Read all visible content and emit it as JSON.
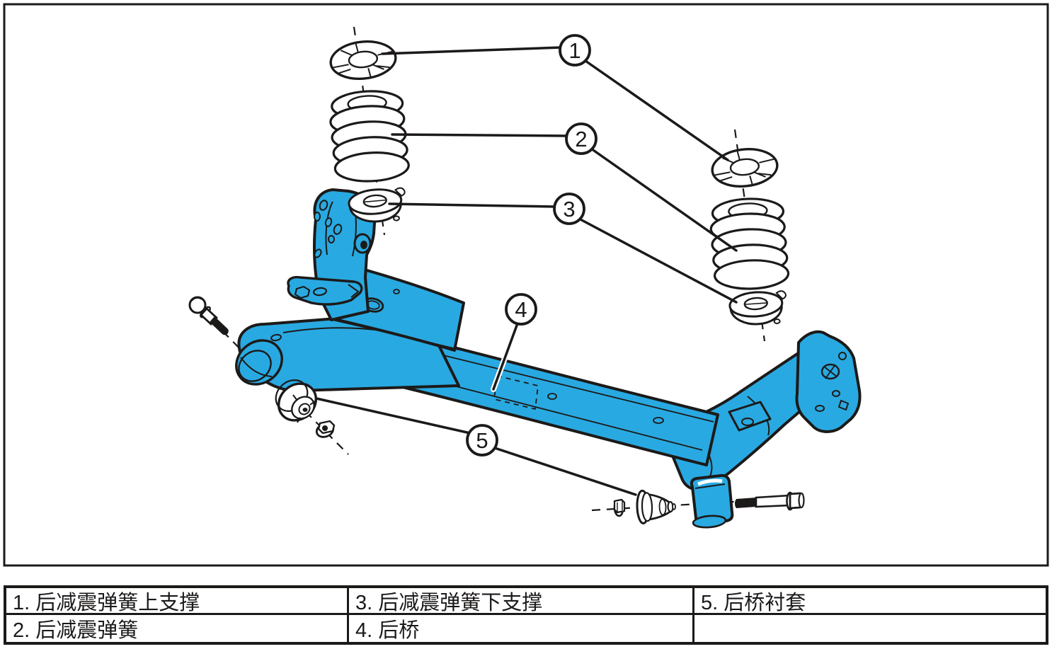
{
  "diagram": {
    "type": "exploded-parts-diagram",
    "colors": {
      "axle_fill": "#29A9E1",
      "line": "#1C1A19",
      "background": "#FFFFFF"
    },
    "callouts": [
      {
        "label": "1"
      },
      {
        "label": "2"
      },
      {
        "label": "3"
      },
      {
        "label": "4"
      },
      {
        "label": "5"
      }
    ]
  },
  "legend": {
    "rows": [
      [
        "1. 后减震弹簧上支撑",
        "3. 后减震弹簧下支撑",
        "5. 后桥衬套"
      ],
      [
        "2. 后减震弹簧",
        "4. 后桥",
        ""
      ]
    ]
  }
}
